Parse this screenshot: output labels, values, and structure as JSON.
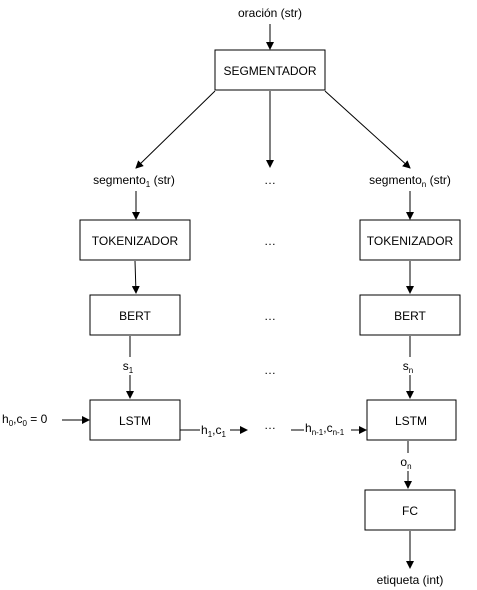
{
  "input_label": "oración (str)",
  "segmentador": "SEGMENTADOR",
  "segment_first": {
    "main": "segmento",
    "sub": "1",
    "suffix": " (str)"
  },
  "segment_last": {
    "main": "segmento",
    "sub": "n",
    "suffix": " (str)"
  },
  "ellipsis": "…",
  "tokenizer": "TOKENIZADOR",
  "bert": "BERT",
  "s_first": {
    "main": "s",
    "sub": "1"
  },
  "s_last": {
    "main": "s",
    "sub": "n"
  },
  "h0": {
    "h": "h",
    "h_sub": "0",
    "c": ",c",
    "c_sub": "0",
    "rest": " = 0"
  },
  "lstm": "LSTM",
  "h1": {
    "h": "h",
    "h_sub": "1",
    "c": ",c",
    "c_sub": "1"
  },
  "hn1": {
    "h": "h",
    "h_sub": "n-1",
    "c": ",c",
    "c_sub": "n-1"
  },
  "o_last": {
    "main": "o",
    "sub": "n"
  },
  "fc": "FC",
  "output_label": "etiqueta (int)"
}
